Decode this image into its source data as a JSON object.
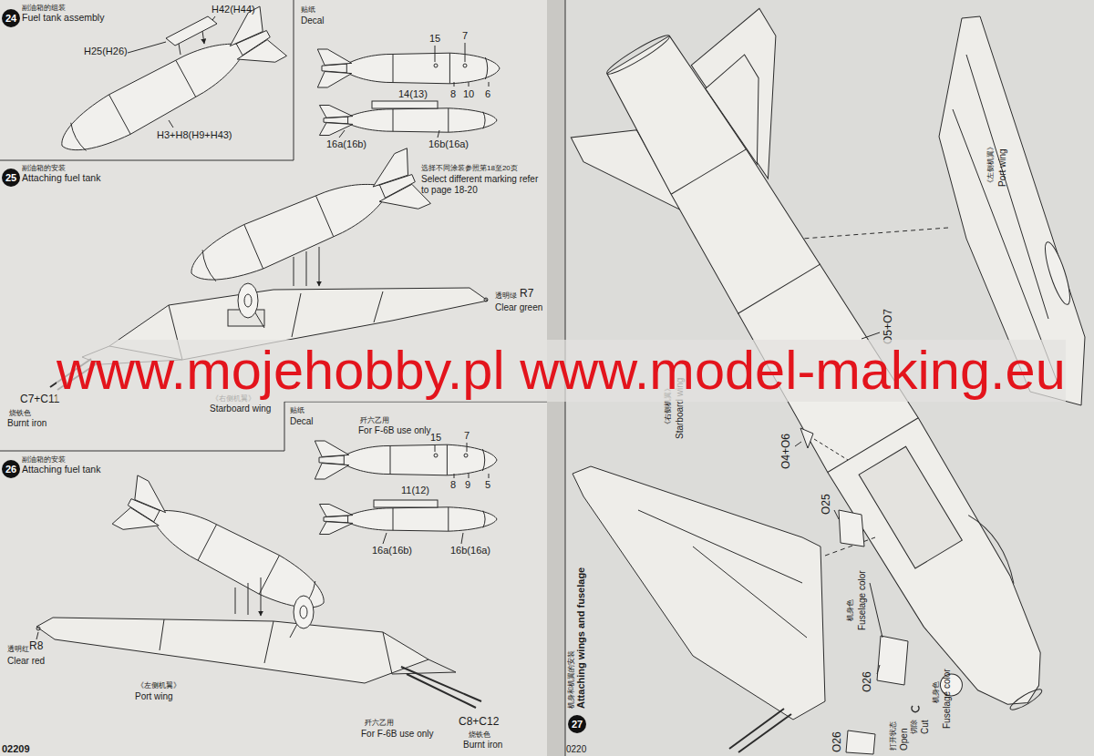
{
  "diagram": {
    "nodes": [
      {
        "text": [
          "副油箱的组装",
          "Fuel tank assembly"
        ]
      },
      {
        "text": [
          "24"
        ],
        "in": 0
      },
      {
        "text": [
          "副油箱的安装",
          "Attaching fuel tank"
        ]
      },
      {
        "text": [
          "25"
        ],
        "in": 2
      },
      {
        "text": [
          "副油箱的安装",
          "Attaching fuel tank"
        ]
      },
      {
        "text": [
          "26"
        ],
        "in": 4
      },
      {
        "text": [
          "机身和机翼的安装",
          "Attaching wings and fuselage"
        ]
      },
      {
        "text": [
          "27"
        ],
        "in": 6
      }
    ],
    "labels": [
      "H42(H44)",
      "H25(H26)",
      "H3+H8(H9+H43)",
      "贴纸",
      "Decal",
      "15",
      "7",
      "8",
      "10",
      "6",
      "14(13)",
      "16a(16b)",
      "16b(16a)",
      "选择不同涂装参照第18至20页",
      "Select different marking refer to page 18-20",
      "透明绿",
      "R7",
      "Clear green",
      "C7+C11",
      "烧铁色",
      "Burnt iron",
      "《右侧机翼》",
      "Starboard wing",
      "歼六乙用",
      "For F-6B use only",
      "贴纸",
      "Decal",
      "15",
      "7",
      "8",
      "9",
      "5",
      "11(12)",
      "16a(16b)",
      "16b(16a)",
      "透明红",
      "R8",
      "Clear red",
      "《左侧机翼》",
      "Port wing",
      "C8+C12",
      "歼六乙用",
      "For F-6B use only",
      "烧铁色",
      "Burnt iron",
      "02209",
      "《左侧机翼》",
      "Port wing",
      "O5+O7",
      "O4+O6",
      "《右侧机翼》",
      "Starboard wing",
      "O25",
      "机身色",
      "Fuselage color",
      "O26",
      "打开状态",
      "Open",
      "切除",
      "Cut",
      "机身色",
      "Fuselage color",
      "O26",
      "0220",
      "www.mojehobby.pl www.model-making.eu"
    ]
  }
}
